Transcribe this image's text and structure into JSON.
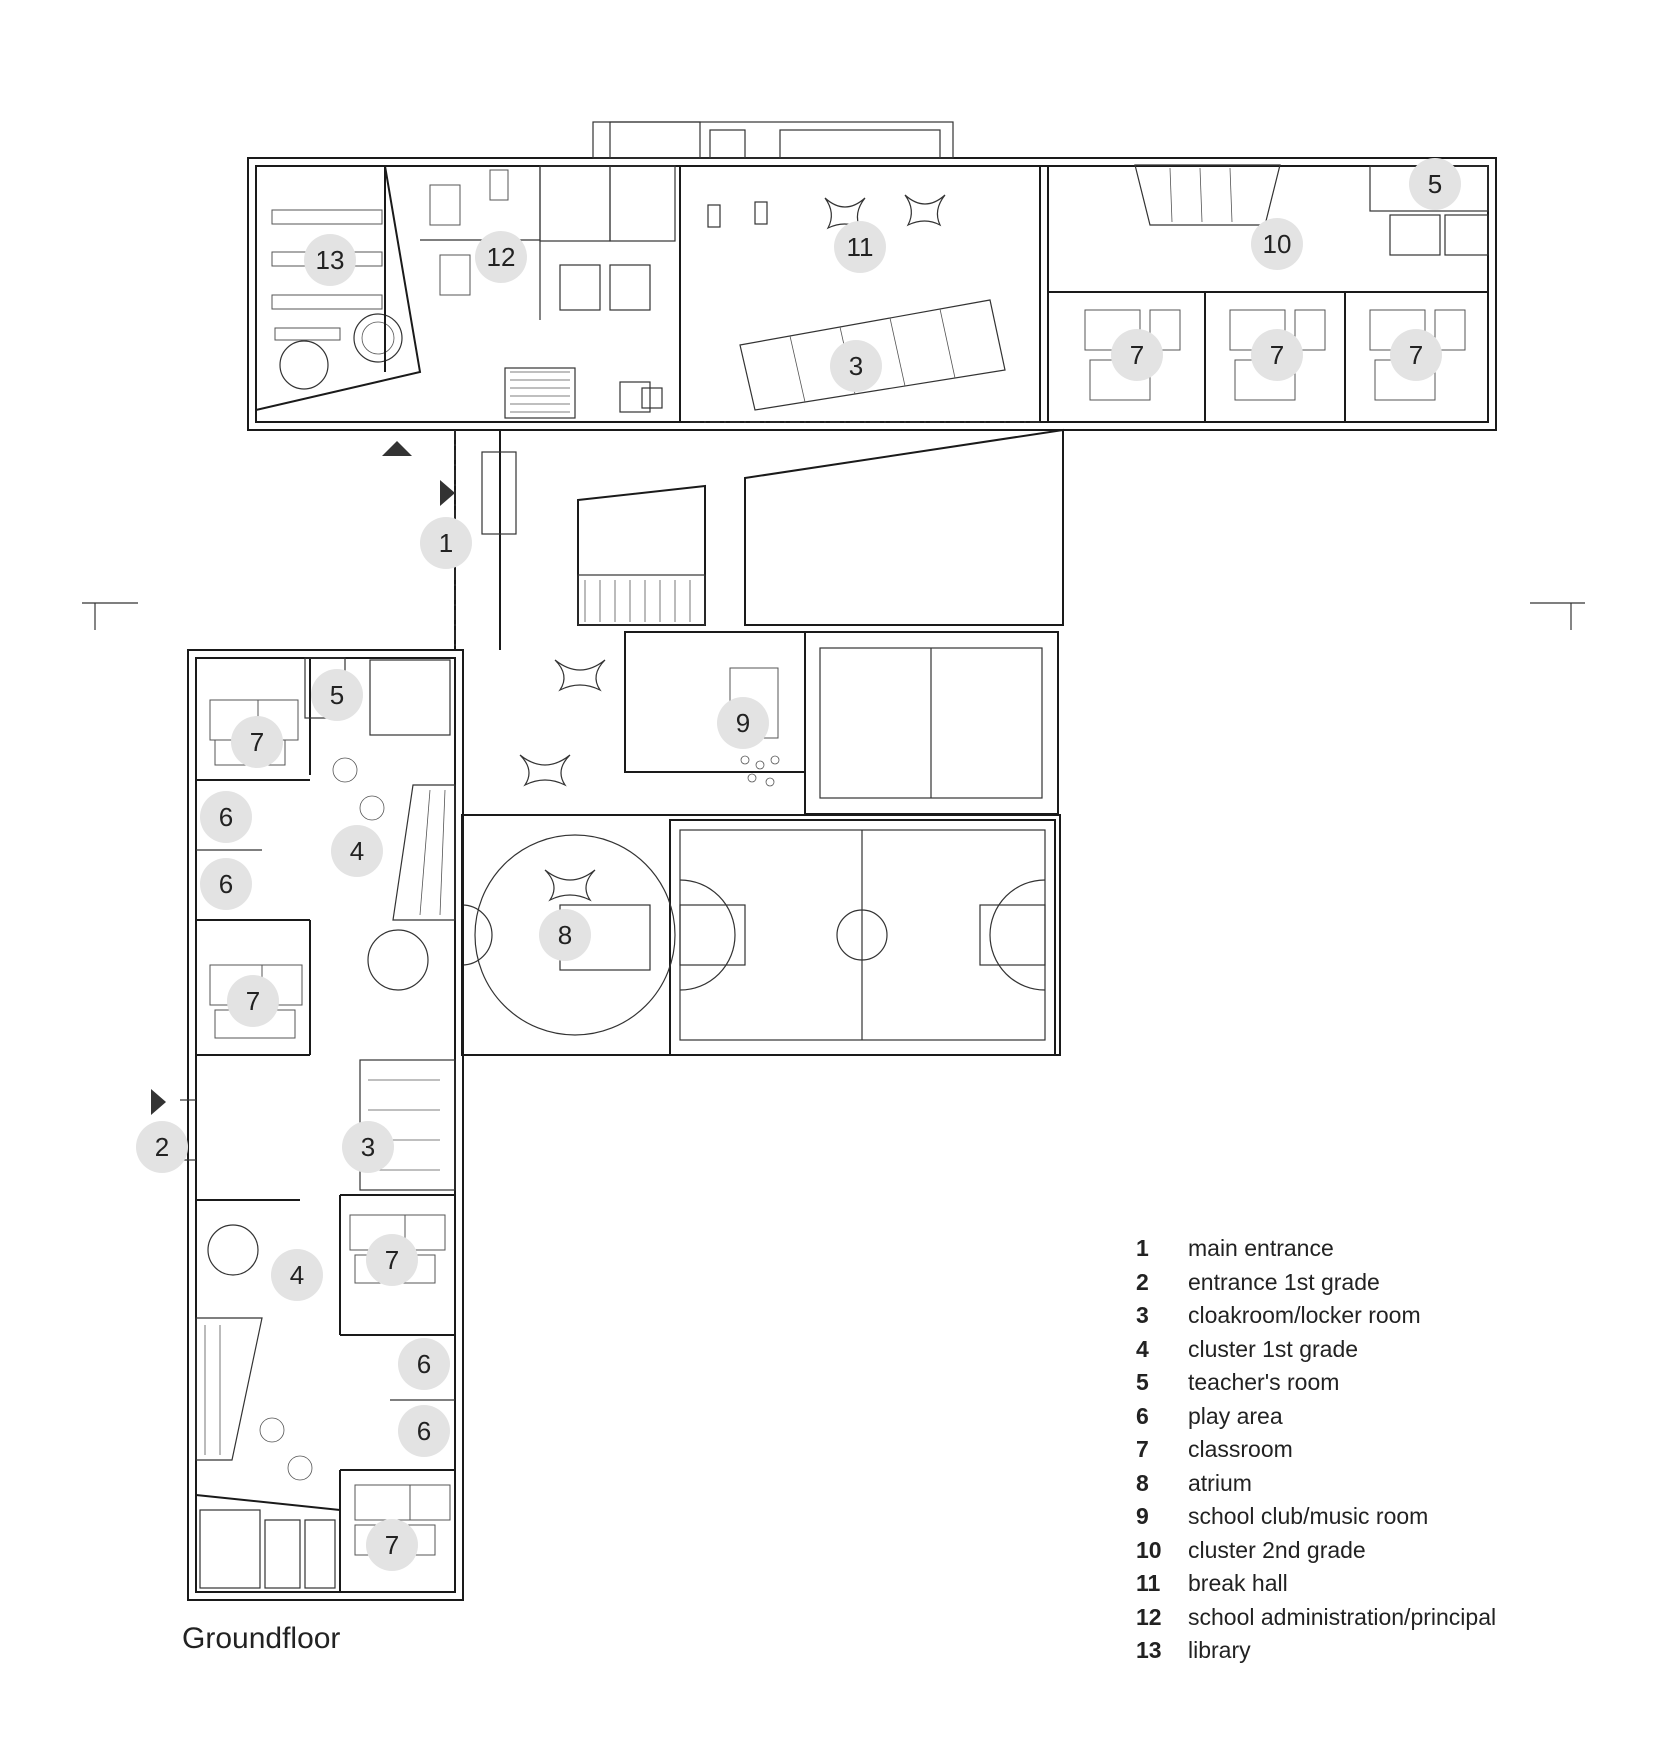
{
  "title": "Groundfloor",
  "legend": [
    {
      "num": "1",
      "label": "main entrance"
    },
    {
      "num": "2",
      "label": "entrance 1st grade"
    },
    {
      "num": "3",
      "label": "cloakroom/locker room"
    },
    {
      "num": "4",
      "label": "cluster 1st grade"
    },
    {
      "num": "5",
      "label": "teacher's room"
    },
    {
      "num": "6",
      "label": "play area"
    },
    {
      "num": "7",
      "label": "classroom"
    },
    {
      "num": "8",
      "label": "atrium"
    },
    {
      "num": "9",
      "label": "school club/music room"
    },
    {
      "num": "10",
      "label": "cluster 2nd grade"
    },
    {
      "num": "11",
      "label": "break hall"
    },
    {
      "num": "12",
      "label": "school administration/principal"
    },
    {
      "num": "13",
      "label": "library"
    }
  ],
  "room_markers": [
    {
      "id": "m1",
      "label": "1"
    },
    {
      "id": "m2",
      "label": "2"
    },
    {
      "id": "m3a",
      "label": "3"
    },
    {
      "id": "m3b",
      "label": "3"
    },
    {
      "id": "m4a",
      "label": "4"
    },
    {
      "id": "m4b",
      "label": "4"
    },
    {
      "id": "m5a",
      "label": "5"
    },
    {
      "id": "m5b",
      "label": "5"
    },
    {
      "id": "m6a",
      "label": "6"
    },
    {
      "id": "m6b",
      "label": "6"
    },
    {
      "id": "m6c",
      "label": "6"
    },
    {
      "id": "m6d",
      "label": "6"
    },
    {
      "id": "m7a",
      "label": "7"
    },
    {
      "id": "m7b",
      "label": "7"
    },
    {
      "id": "m7c",
      "label": "7"
    },
    {
      "id": "m7d",
      "label": "7"
    },
    {
      "id": "m7e",
      "label": "7"
    },
    {
      "id": "m7f",
      "label": "7"
    },
    {
      "id": "m7g",
      "label": "7"
    },
    {
      "id": "m8",
      "label": "8"
    },
    {
      "id": "m9",
      "label": "9"
    },
    {
      "id": "m10",
      "label": "10"
    },
    {
      "id": "m11",
      "label": "11"
    },
    {
      "id": "m12",
      "label": "12"
    },
    {
      "id": "m13",
      "label": "13"
    }
  ]
}
